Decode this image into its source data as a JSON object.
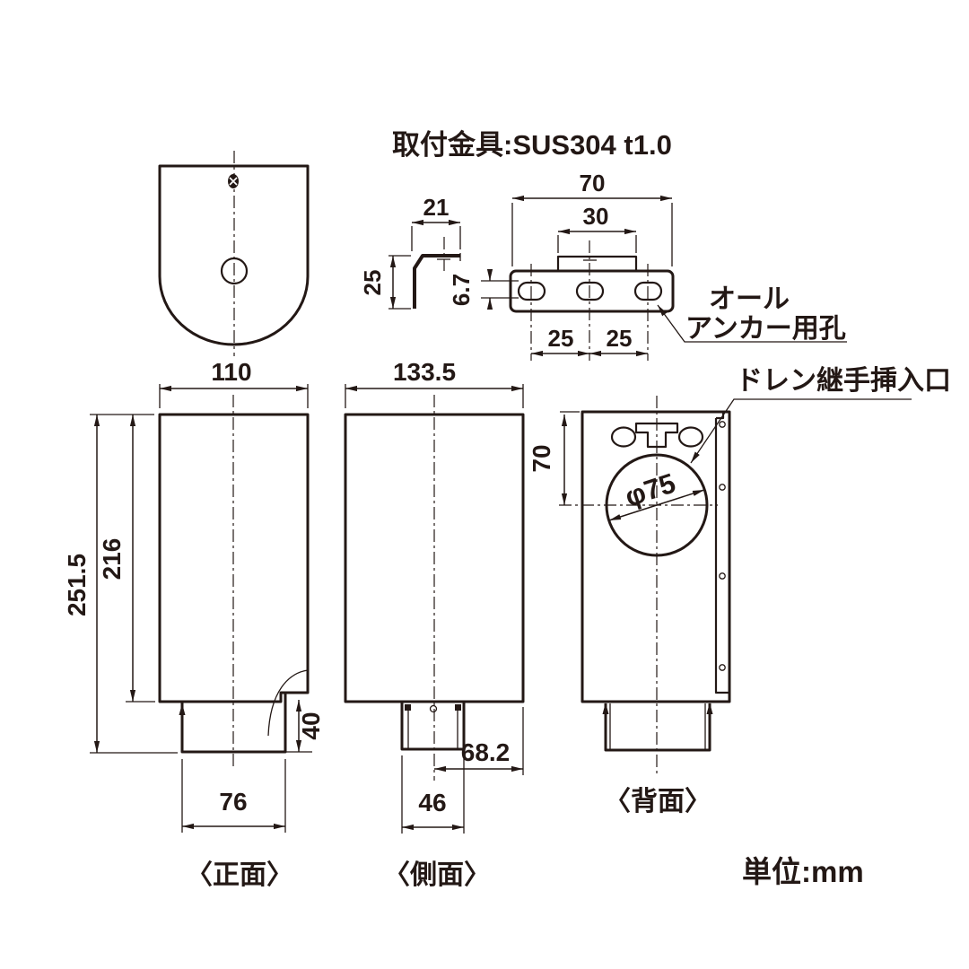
{
  "unit_note": "単位:mm",
  "bracket": {
    "title": "取付金具:SUS304 t1.0",
    "side_profile": {
      "width": "21",
      "height": "25"
    },
    "top_view": {
      "overall_width": "70",
      "tab_width": "30",
      "slot_height": "6.7",
      "pitch_left": "25",
      "pitch_right": "25"
    },
    "anchor_hole_label_line1": "オール",
    "anchor_hole_label_line2": "アンカー用孔"
  },
  "front_view": {
    "label": "〈正面〉",
    "width": "110",
    "overall_height": "251.5",
    "body_height": "216",
    "outlet_step": "40",
    "outlet_width": "76"
  },
  "side_view": {
    "label": "〈側面〉",
    "depth": "133.5",
    "outlet_depth": "46",
    "outlet_offset": "68.2"
  },
  "back_view": {
    "label": "〈背面〉",
    "hole_offset": "70",
    "hole_diameter": "φ75",
    "drain_label": "ドレン継手挿入口"
  }
}
